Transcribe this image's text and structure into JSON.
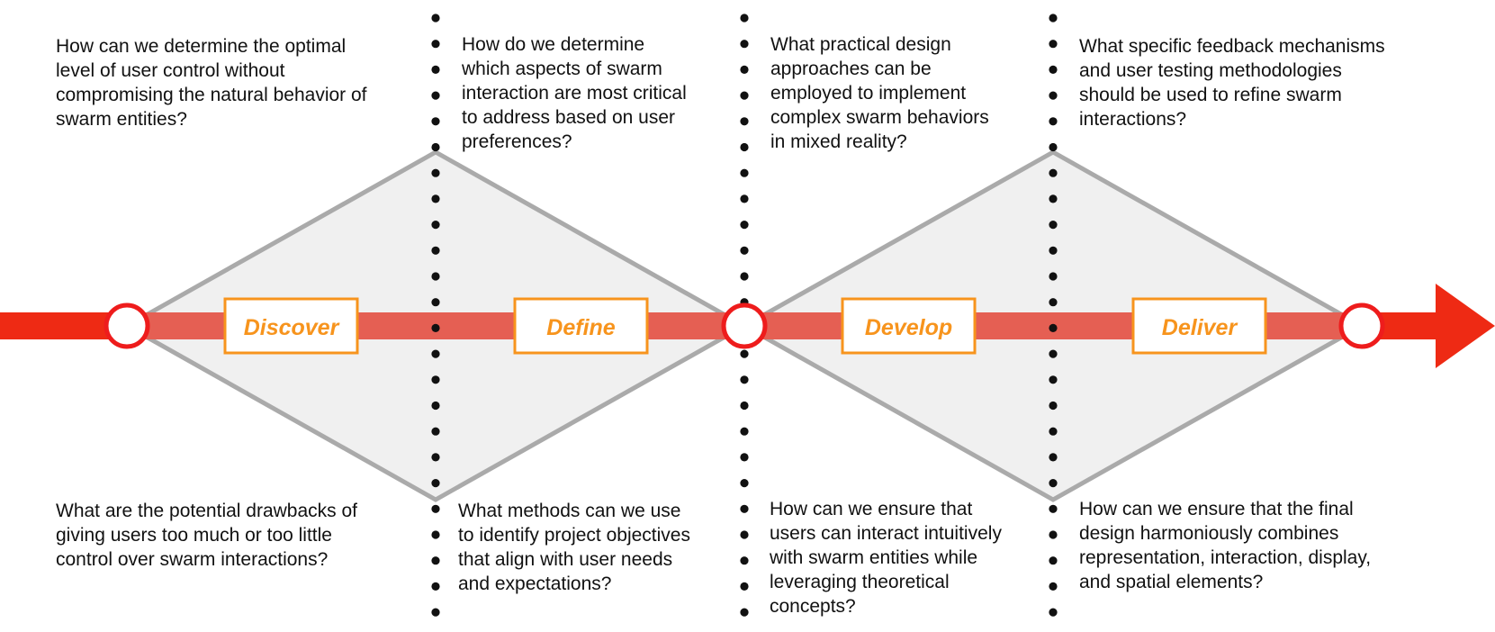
{
  "colors": {
    "arrow": "#ee2a14",
    "band": "#e55f53",
    "diamond_fill": "#f0f0f0",
    "diamond_stroke": "#aaaaaa",
    "node_stroke": "#ee1c1c",
    "stage_border": "#f7941d",
    "stage_text": "#f7941d",
    "divider": "#111111"
  },
  "stages": [
    {
      "label": "Discover"
    },
    {
      "label": "Define"
    },
    {
      "label": "Develop"
    },
    {
      "label": "Deliver"
    }
  ],
  "questions": {
    "discover_top": "How can we determine the optimal\nlevel of user control without\ncompromising the natural behavior of\nswarm entities?",
    "discover_bottom": "What are the potential drawbacks of\ngiving users too much or too little\ncontrol over swarm interactions?",
    "define_top": "How do we determine\nwhich aspects of swarm\ninteraction are most critical\nto address based on user\npreferences?",
    "define_bottom": "What methods can we use\nto identify project objectives\nthat align with user needs\nand expectations?",
    "develop_top": "What practical design\napproaches can be\nemployed to implement\ncomplex swarm behaviors\nin mixed reality?",
    "develop_bottom": "How can we ensure that\nusers can interact intuitively\nwith swarm entities while\nleveraging theoretical\nconcepts?",
    "deliver_top": "What specific feedback mechanisms\nand user testing methodologies\nshould be used to refine swarm\ninteractions?",
    "deliver_bottom": "How can we ensure that the final\ndesign harmoniously combines\nrepresentation, interaction, display,\nand spatial elements?"
  }
}
